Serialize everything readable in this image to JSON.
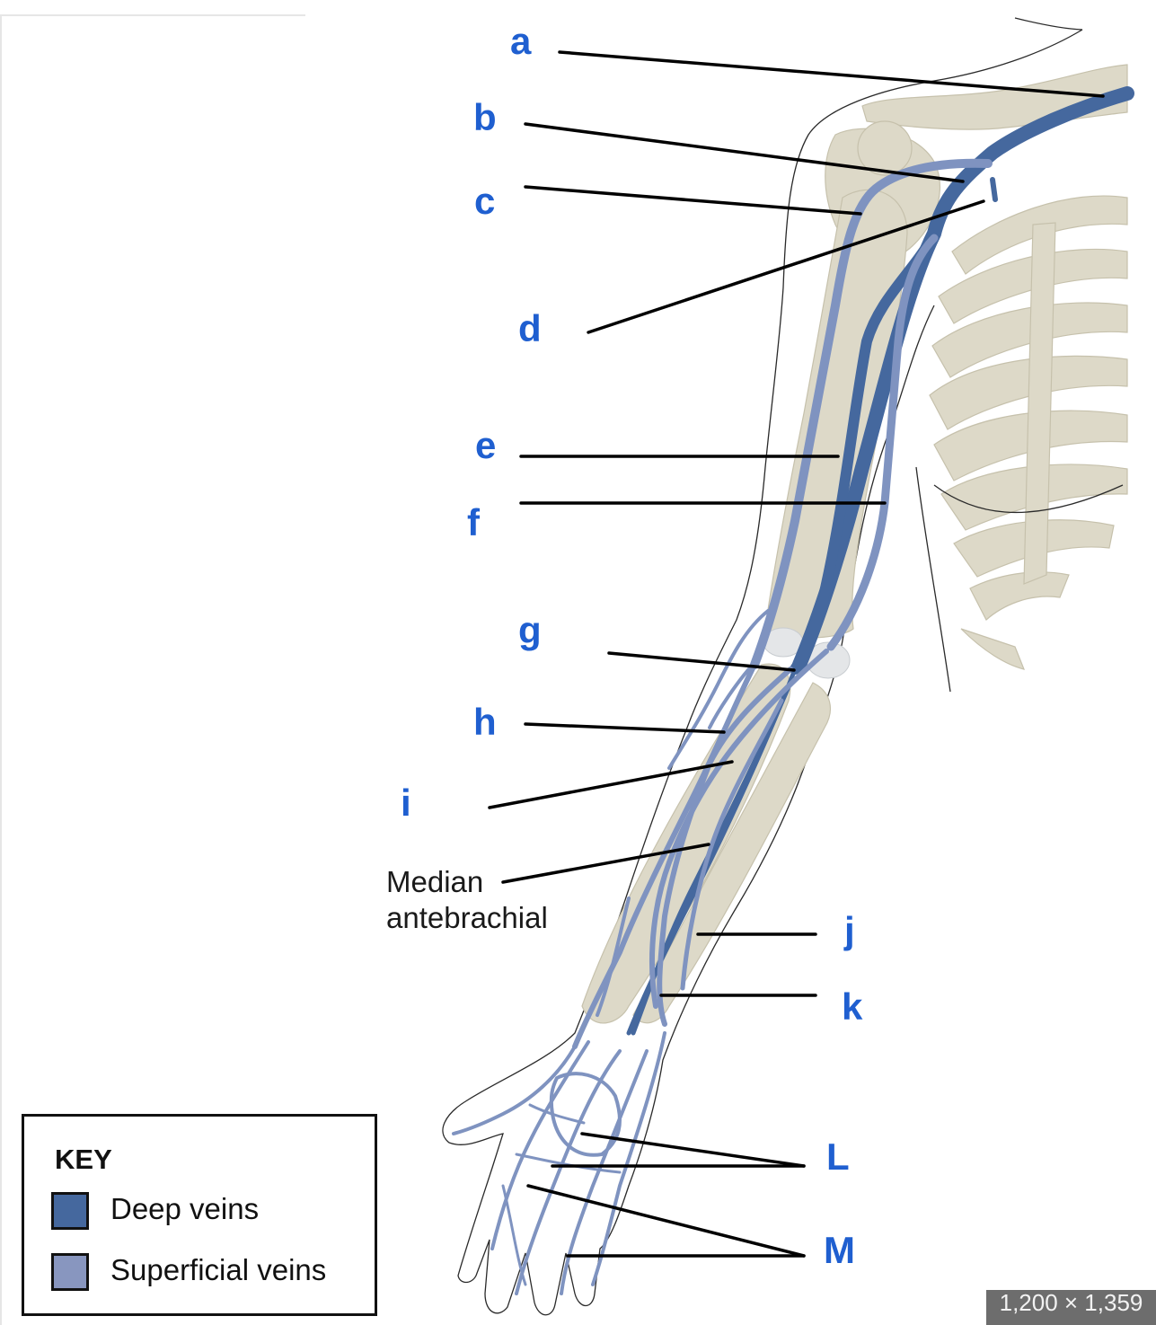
{
  "labels": {
    "a": "a",
    "b": "b",
    "c": "c",
    "d": "d",
    "e": "e",
    "f": "f",
    "g": "g",
    "h": "h",
    "i": "i",
    "j": "j",
    "k": "k",
    "L": "L",
    "M": "M"
  },
  "annotation": {
    "line1": "Median",
    "line2": "antebrachial"
  },
  "key": {
    "title": "KEY",
    "deep_label": "Deep veins",
    "superficial_label": "Superficial veins",
    "deep_color": "#45689e",
    "superficial_color": "#8896bf"
  },
  "size_badge": "1,200 × 1,359"
}
